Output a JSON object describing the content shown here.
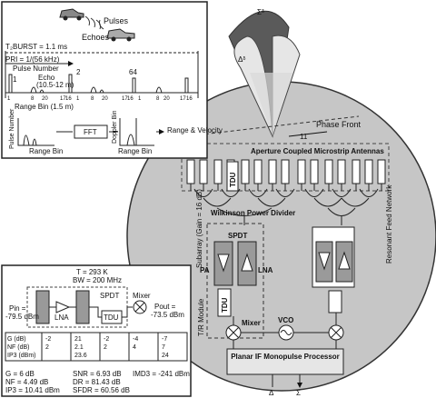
{
  "radar_box": {
    "pulses": "Pulses",
    "echoes": "Echoes",
    "t_burst": "T₂BURST = 1.1 ms",
    "pri": "PRI = 1/(56 kHz)",
    "pulse_number": "Pulse Number",
    "echo": "Echo",
    "echo_range": "(10.5-12 m)",
    "range_bin": "Range Bin (1.5 m)",
    "n1": "1",
    "n2": "2",
    "n64": "64",
    "t1_1": "1",
    "t1_8": "8",
    "t1_20": "20",
    "t2_17": "17",
    "t2_16": "16",
    "t3_1": "1",
    "t3_8": "8",
    "t3_20": "20",
    "t4_17": "17",
    "t4_16": "16",
    "t5_1": "1",
    "t5_8": "8",
    "t5_20": "20",
    "t6_17": "17",
    "t6_16": "16",
    "pulse_number_v": "Pulse Number",
    "range_bin_a": "Range Bin",
    "fft": "FFT",
    "doppler_bin": "Doppler Bin",
    "range_bin_b": "Range Bin",
    "range_velocity": "Range & Velocity"
  },
  "beams": {
    "sigma": "Σᵟ",
    "delta": "Δᵟ"
  },
  "array": {
    "phase_front": "Phase Front",
    "tick_label": "11",
    "aperture": "Aperture Coupled Microstrip Antennas",
    "tdu": "TDU",
    "wilkinson": "Wilkinson Power Divider",
    "subarray": "Subarray (Gain = 16 dB)",
    "resonant": "Resonant Feed Network",
    "spdt": "SPDT",
    "pa": "PA",
    "lna": "LNA",
    "tr_module": "T/R Module",
    "tdu2": "TDU",
    "mixer": "Mixer",
    "vco": "VCO",
    "processor": "Planar IF Monopulse Processor",
    "sigma_out": "Σ",
    "delta_out": "Δ"
  },
  "noise_box": {
    "temp": "T = 293 K",
    "bw": "BW = 200 MHz",
    "spdt": "SPDT",
    "mixer": "Mixer",
    "pin": "Pin =",
    "pin_val": "-79.5 dBm",
    "pout": "Pout =",
    "pout_val": "-73.5 dBm",
    "lna": "LNA",
    "tdu": "TDU",
    "table": {
      "row_labels": [
        "G (dB)",
        "NF (dB)",
        "IP3 (dBm)"
      ],
      "columns": [
        [
          "-2",
          "2",
          ""
        ],
        [
          "21",
          "2.1",
          "23.6"
        ],
        [
          "-2",
          "2",
          ""
        ],
        [
          "-4",
          "4",
          ""
        ],
        [
          "-7",
          "7",
          "24"
        ]
      ]
    },
    "g": "G = 6 dB",
    "nf": "NF = 4.49 dB",
    "ip3": "IP3 = 10.41 dBm",
    "snr": "SNR = 6.93 dB",
    "dr": "DR = 81.43 dB",
    "sfdr": "SFDR = 60.56 dB",
    "imd3": "IMD3 = -241 dBm"
  }
}
